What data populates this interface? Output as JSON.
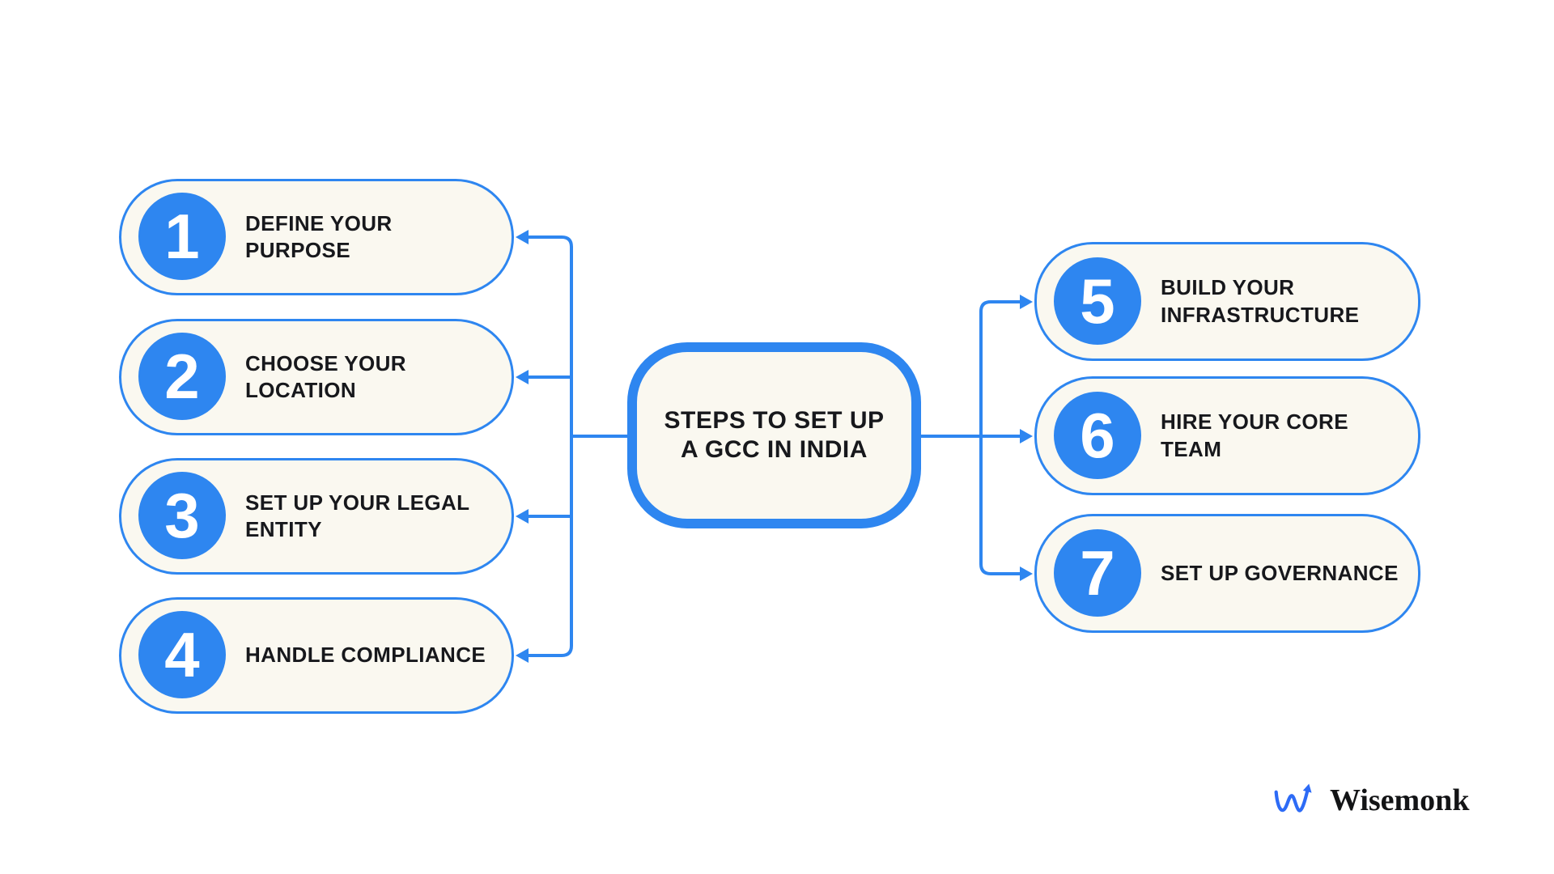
{
  "theme": {
    "accent_blue": "#2E86F0",
    "pill_fill": "#FAF8F0",
    "text_dark": "#17181C",
    "logo_blue": "#2D6BF6",
    "canvas_bg": "#FFFFFF"
  },
  "center": {
    "line1": "STEPS TO SET UP",
    "line2": "A GCC IN INDIA"
  },
  "left_steps": [
    {
      "number": "1",
      "line1": "DEFINE YOUR",
      "line2": "PURPOSE"
    },
    {
      "number": "2",
      "line1": "CHOOSE YOUR",
      "line2": "LOCATION"
    },
    {
      "number": "3",
      "line1": "SET UP YOUR LEGAL",
      "line2": "ENTITY"
    },
    {
      "number": "4",
      "line1": "HANDLE COMPLIANCE",
      "line2": ""
    }
  ],
  "right_steps": [
    {
      "number": "5",
      "line1": "BUILD YOUR",
      "line2": "INFRASTRUCTURE"
    },
    {
      "number": "6",
      "line1": "HIRE YOUR CORE",
      "line2": "TEAM"
    },
    {
      "number": "7",
      "line1": "SET UP GOVERNANCE",
      "line2": ""
    }
  ],
  "logo": {
    "brand": "Wisemonk",
    "icon": "trend-wave-arrow-icon"
  }
}
